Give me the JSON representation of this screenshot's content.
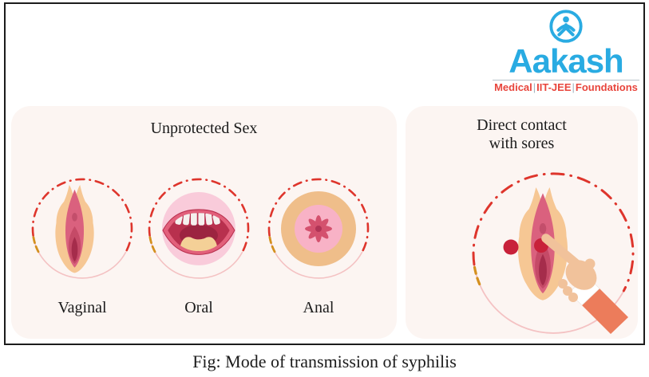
{
  "logo": {
    "name": "Aakash",
    "tagline_segments": [
      "Medical",
      "IIT-JEE",
      "Foundations"
    ],
    "separator": "|"
  },
  "left_panel": {
    "title": "Unprotected Sex",
    "labels": [
      "Vaginal",
      "Oral",
      "Anal"
    ]
  },
  "right_panel": {
    "title_line1": "Direct contact",
    "title_line2": "with sores"
  },
  "caption": "Fig: Mode of transmission of syphilis",
  "colors": {
    "brand_blue": "#29ABE2",
    "brand_red": "#E8453C",
    "panel_background": "#FCF5F2",
    "dash_circle_red": "#DE352C",
    "dash_circle_orange": "#D4901F",
    "arc_pink": "#F4C2C3",
    "skin_tone": "#F6C794",
    "vulva_pink": "#DA617E",
    "sore_red": "#C8213A",
    "sleeve_orange": "#EC7C5B"
  }
}
